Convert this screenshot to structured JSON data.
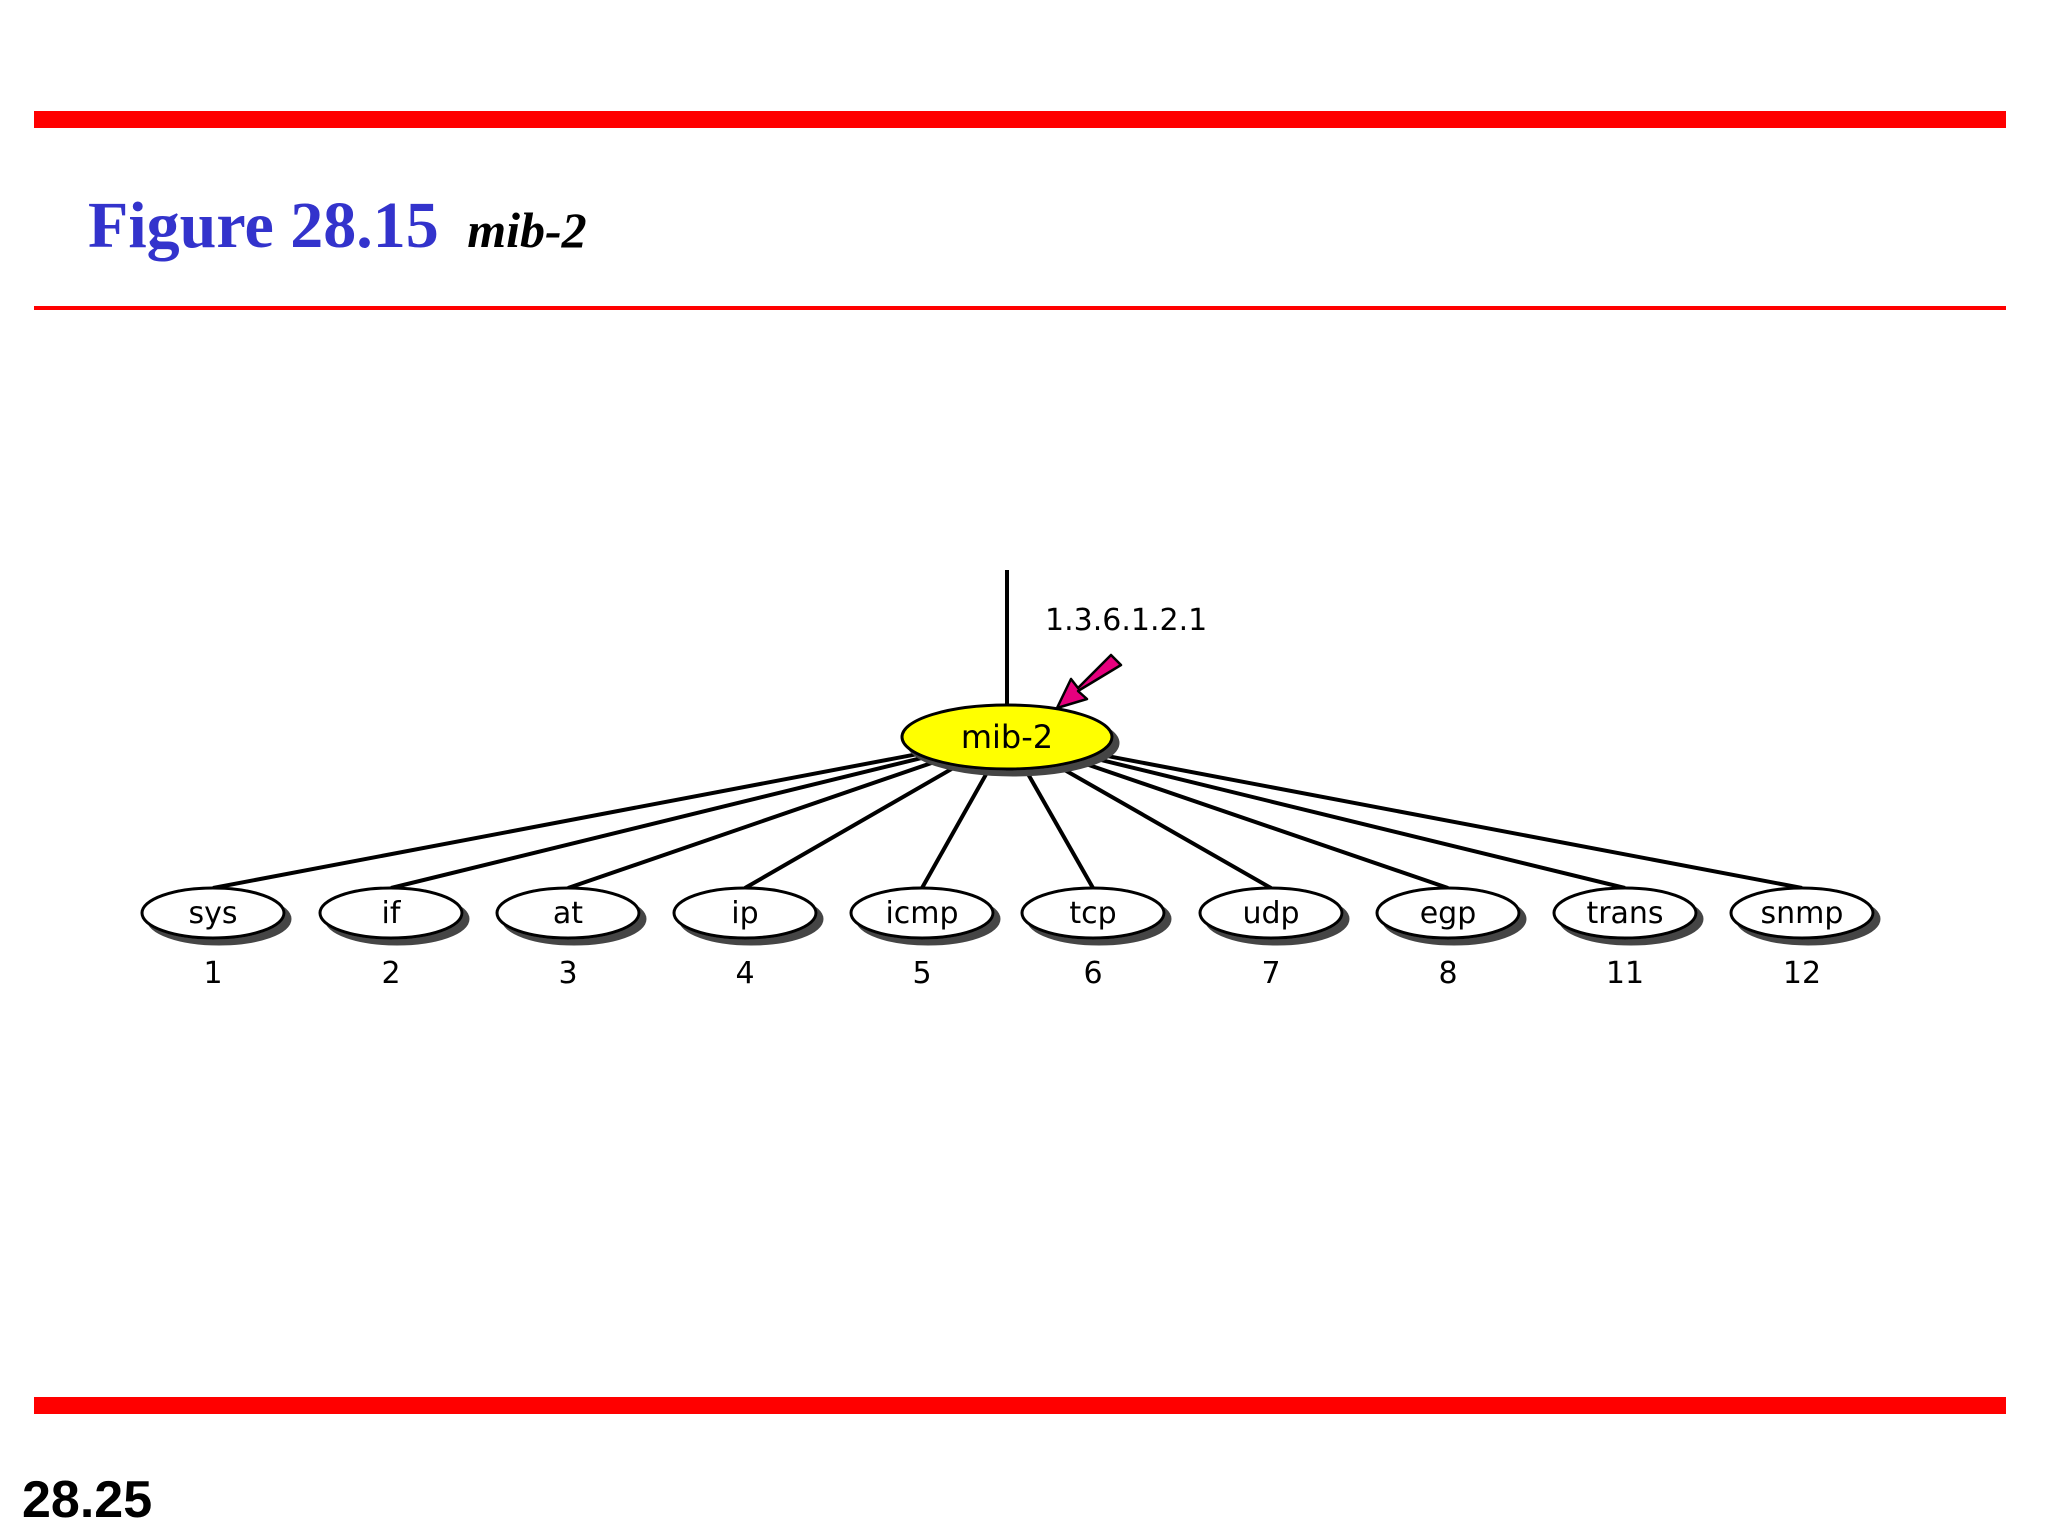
{
  "slide": {
    "figure_label": "Figure 28.15",
    "figure_title": "mib-2",
    "page_number": "28.25"
  },
  "diagram": {
    "root": {
      "label": "mib-2",
      "oid": "1.3.6.1.2.1",
      "fill_color": "#ffff00"
    },
    "arrow_color": "#e6007e",
    "children": [
      {
        "label": "sys",
        "number": "1"
      },
      {
        "label": "if",
        "number": "2"
      },
      {
        "label": "at",
        "number": "3"
      },
      {
        "label": "ip",
        "number": "4"
      },
      {
        "label": "icmp",
        "number": "5"
      },
      {
        "label": "tcp",
        "number": "6"
      },
      {
        "label": "udp",
        "number": "7"
      },
      {
        "label": "egp",
        "number": "8"
      },
      {
        "label": "trans",
        "number": "11"
      },
      {
        "label": "snmp",
        "number": "12"
      }
    ]
  },
  "colors": {
    "rule": "#ff0000",
    "figure_label": "#3333cc"
  }
}
